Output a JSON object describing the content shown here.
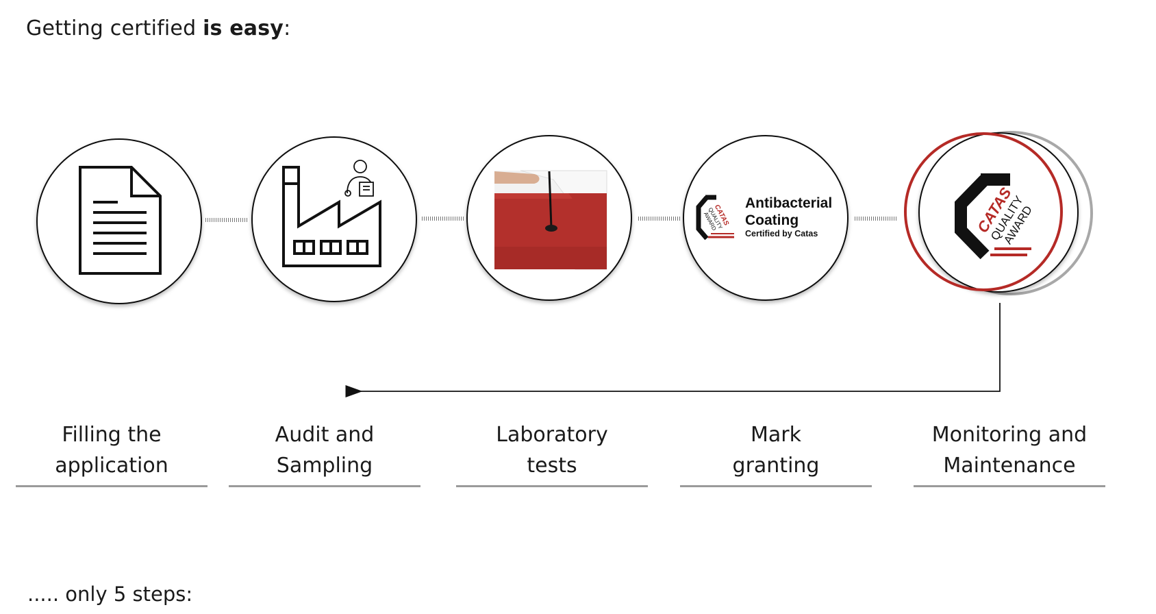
{
  "heading": {
    "prefix": "Getting certified ",
    "bold": "is easy",
    "suffix": ":"
  },
  "footer": "..... only 5 steps:",
  "steps": [
    {
      "line1": "Filling the",
      "line2": "application",
      "icon": "document-icon"
    },
    {
      "line1": "Audit and",
      "line2": "Sampling",
      "icon": "factory-icon"
    },
    {
      "line1": "Laboratory",
      "line2": "tests",
      "icon": "lab-test-photo"
    },
    {
      "line1": "Mark",
      "line2": "granting",
      "icon": "antibacterial-mark-logo"
    },
    {
      "line1": "Monitoring and",
      "line2": "Maintenance",
      "icon": "catas-quality-award-logo"
    }
  ],
  "mark": {
    "title1": "Antibacterial",
    "title2": "Coating",
    "subtitle": "Certified by Catas"
  },
  "award": {
    "brand": "CATAS",
    "line1": "QUALITY",
    "line2": "AWARD"
  },
  "colors": {
    "accent_red": "#b52a26",
    "ring_gray": "#a8a8a8",
    "underline": "#9a9a9a"
  }
}
